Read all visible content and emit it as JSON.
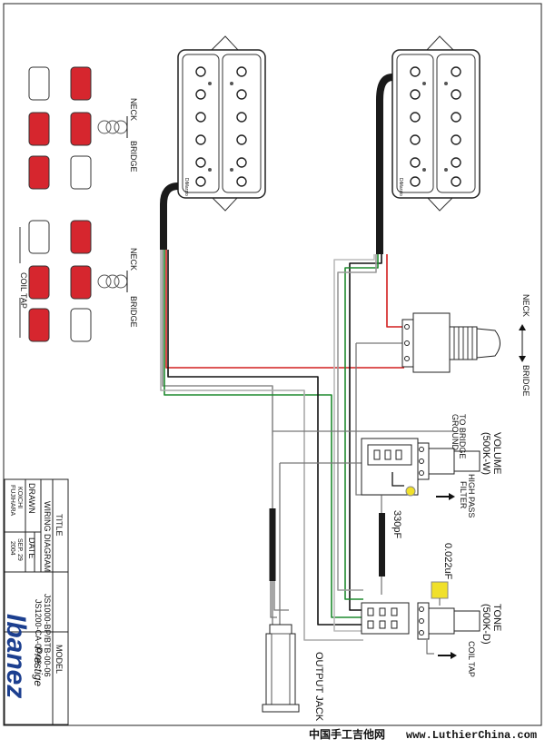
{
  "labels": {
    "neck": "NECK",
    "bridge": "BRIDGE",
    "volume": "VOLUME",
    "volume_value": "(500K-W)",
    "tone": "TONE",
    "tone_value": "(500K-D)",
    "to_bridge_ground_1": "TO BRIDGE",
    "to_bridge_ground_2": "GROUND",
    "high_pass_filter_1": "HIGH PASS",
    "high_pass_filter_2": "FILTER",
    "cap_330": "330pF",
    "cap_022": "0.022uF",
    "coil_tap": "COIL TAP",
    "output_jack": "OUTPUT JACK",
    "legend_neck": "NECK",
    "legend_bridge": "BRIDGE",
    "legend_coil_tap": "COIL TAP",
    "pickup_brand": "DiMarzio"
  },
  "title_block": {
    "title_header": "TITLE",
    "title_value": "WIRING DIAGRAM",
    "drawn_header": "DRAWN",
    "drawn_value_1": "KOICHI",
    "drawn_value_2": "FUJIHARA",
    "date_header": "DATE",
    "date_value_1": "SEP. 29",
    "date_value_2": "2004",
    "model_header": "MODEL",
    "model_value_1": "JS1000-BP/BTB-00-06",
    "model_value_2": "JS1200-CA-00-06",
    "logo_main": "Ibanez",
    "logo_script": "Prestige"
  },
  "footer": {
    "site_cn": "中国手工吉他网",
    "site_url": "www.LuthierChina.com"
  },
  "colors": {
    "wire_red": "#d21f1f",
    "wire_green": "#1f8a2e",
    "wire_black": "#111111",
    "coil_red": "#d6262e",
    "cap_yellow": "#f0e02a",
    "sheath": "#1a1a1a"
  }
}
